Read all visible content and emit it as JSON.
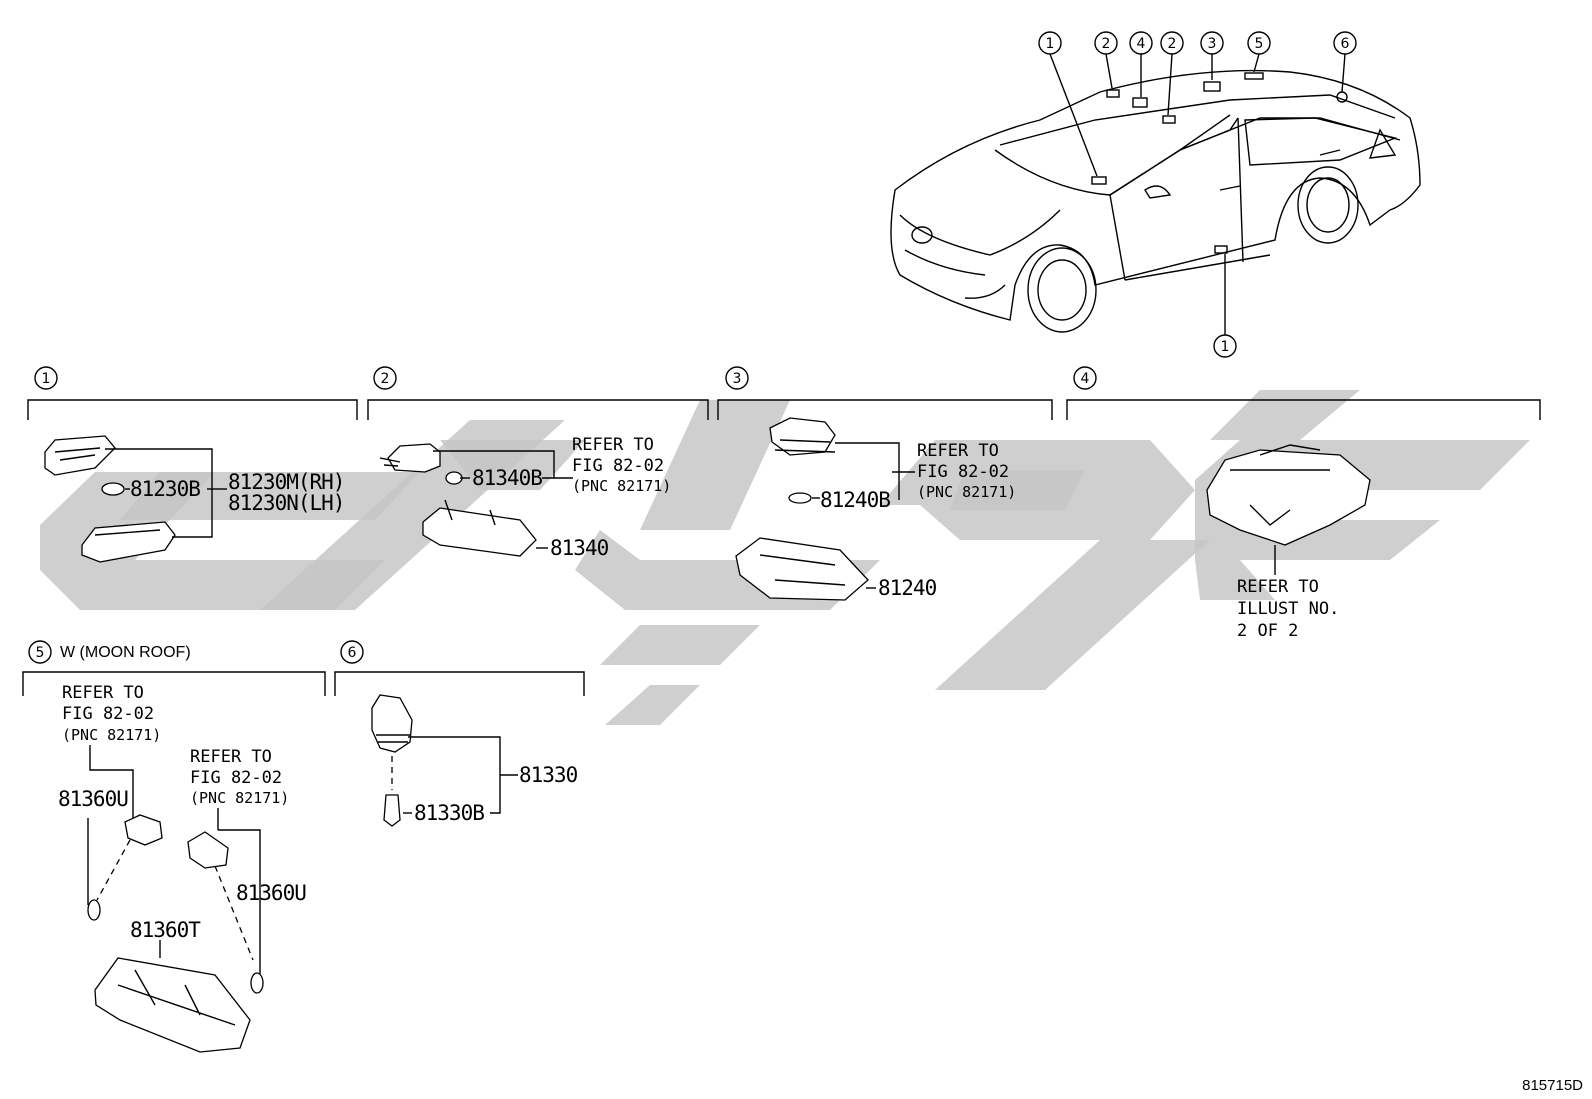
{
  "figure_code": "815715D",
  "sections": [
    {
      "num": "1",
      "title": ""
    },
    {
      "num": "2",
      "title": ""
    },
    {
      "num": "3",
      "title": ""
    },
    {
      "num": "4",
      "title": ""
    },
    {
      "num": "5",
      "title": "W (MOON ROOF)"
    },
    {
      "num": "6",
      "title": ""
    }
  ],
  "car_callouts": [
    "1",
    "2",
    "4",
    "2",
    "3",
    "5",
    "6",
    "1"
  ],
  "parts": {
    "s1_bulb": "81230B",
    "s1_lamp_rh": "81230M(RH)",
    "s1_lamp_lh": "81230N(LH)",
    "s2_bulb": "81340B",
    "s2_lens": "81340",
    "s3_bulb": "81240B",
    "s3_lens": "81240",
    "s5_bulb_a": "81360U",
    "s5_bulb_b": "81360U",
    "s5_lens": "81360T",
    "s6_lamp": "81330",
    "s6_bulb": "81330B"
  },
  "refs": {
    "fig_line1": "REFER TO",
    "fig_line2": "FIG 82-02",
    "fig_line3": "(PNC 82171)",
    "illust_line1": "REFER TO",
    "illust_line2": "ILLUST NO.",
    "illust_line3": "2 OF 2"
  },
  "watermark_color": "#c4c4c4"
}
